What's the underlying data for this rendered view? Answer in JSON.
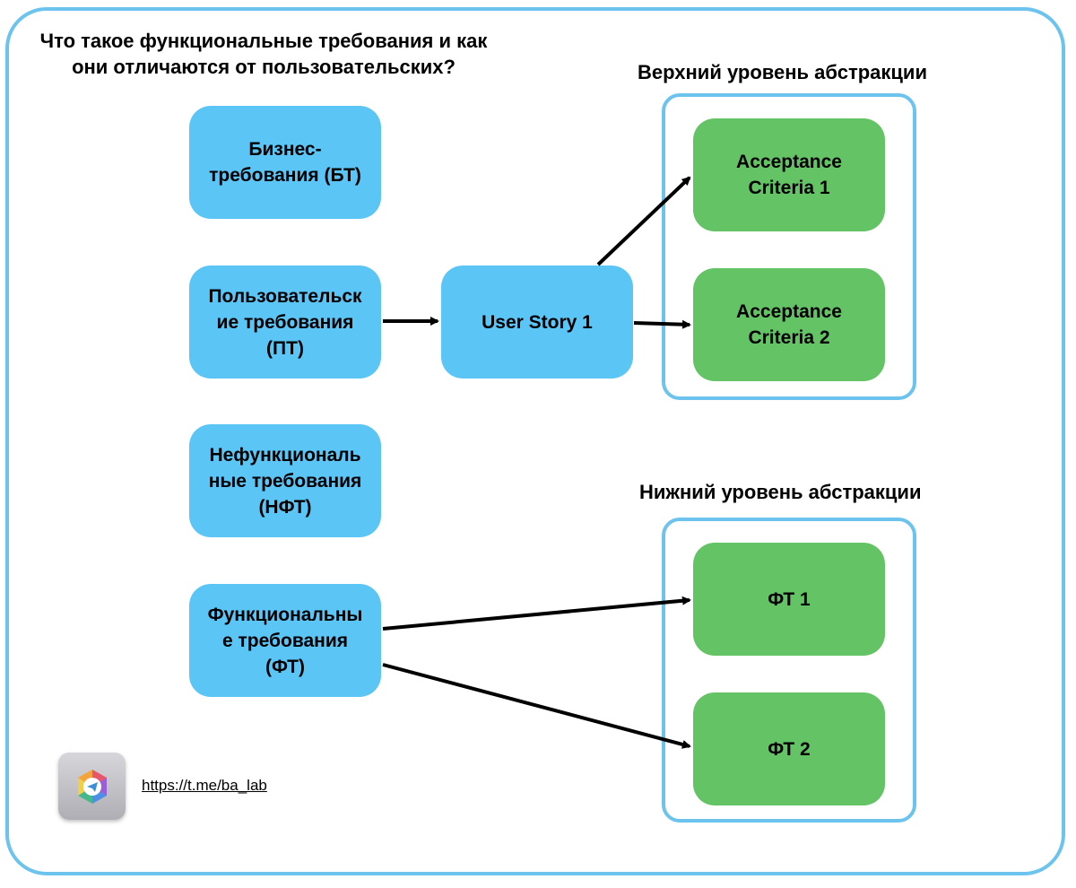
{
  "title": "Что такое функциональные требования и как\nони отличаются от пользовательских?",
  "groups": {
    "upper": {
      "label": "Верхний уровень абстракции"
    },
    "lower": {
      "label": "Нижний уровень абстракции"
    }
  },
  "nodes": {
    "bt": "Бизнес-\nтребования (БТ)",
    "pt": "Пользовательск\nие требования\n(ПТ)",
    "nft": "Нефункциональ\nные требования\n(НФТ)",
    "ft": "Функциональны\nе требования\n(ФТ)",
    "user_story": "User Story 1",
    "ac1": "Acceptance\nCriteria 1",
    "ac2": "Acceptance\nCriteria 2",
    "ft1": "ФТ 1",
    "ft2": "ФТ 2"
  },
  "footer": {
    "link": "https://t.me/ba_lab",
    "logo_icon": "telegram-lab-logo-icon"
  },
  "colors": {
    "frame": "#6cc4ee",
    "blue_node": "#5bc5f6",
    "green_node": "#64c465",
    "arrow": "#000000"
  },
  "edges": [
    {
      "from": "pt",
      "to": "user_story"
    },
    {
      "from": "user_story",
      "to": "ac1"
    },
    {
      "from": "user_story",
      "to": "ac2"
    },
    {
      "from": "ft",
      "to": "ft1"
    },
    {
      "from": "ft",
      "to": "ft2"
    }
  ]
}
